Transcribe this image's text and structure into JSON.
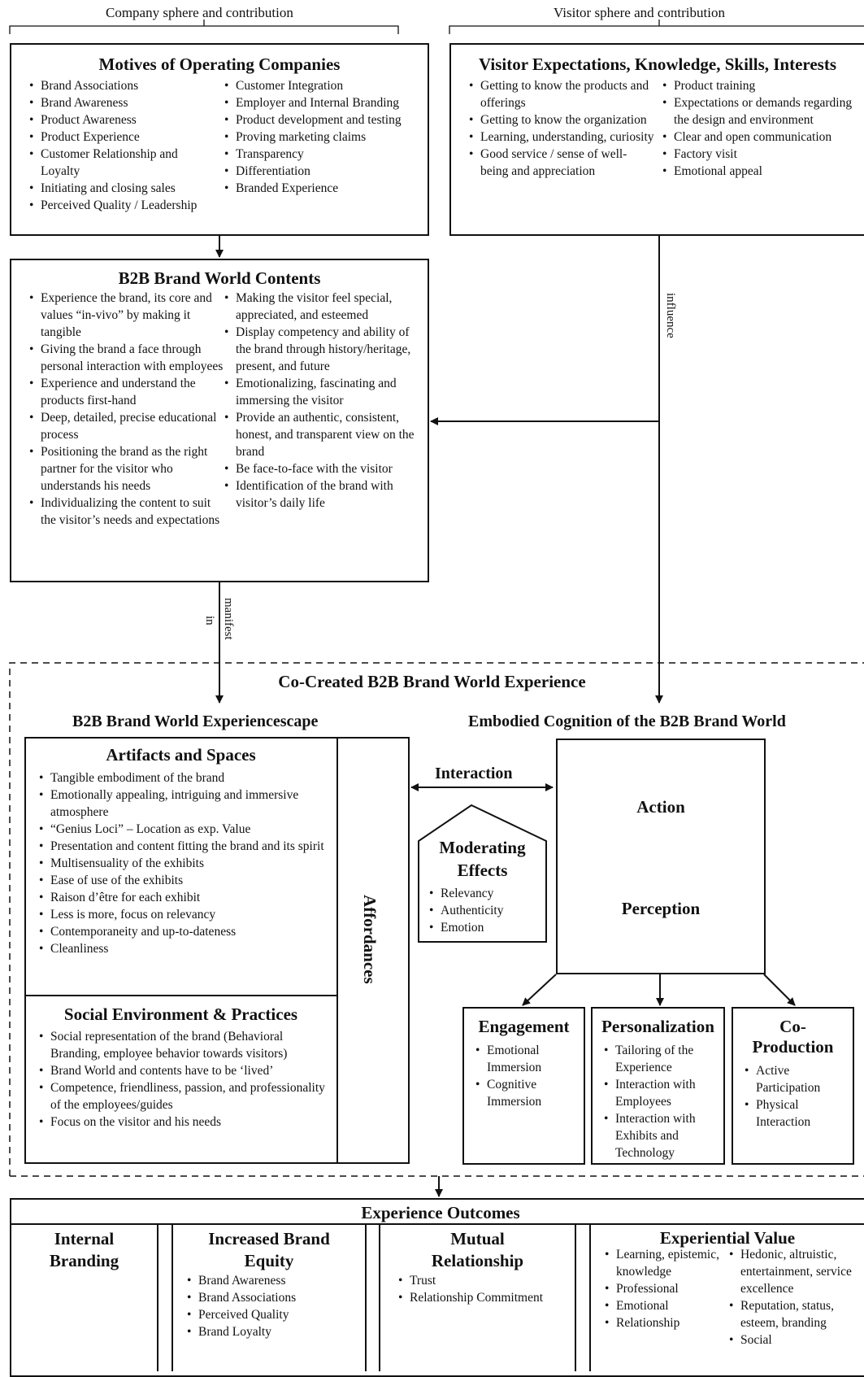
{
  "header": {
    "company_sphere": "Company sphere and contribution",
    "visitor_sphere": "Visitor sphere and contribution"
  },
  "motives": {
    "title": "Motives of Operating Companies",
    "left": [
      "Brand Associations",
      "Brand Awareness",
      "Product Awareness",
      "Product Experience",
      "Customer Relationship and Loyalty",
      "Initiating and closing sales",
      "Perceived Quality / Leadership"
    ],
    "right": [
      "Customer Integration",
      "Employer and Internal Branding",
      "Product development and testing",
      "Proving marketing claims",
      "Transparency",
      "Differentiation",
      "Branded Experience"
    ]
  },
  "visitor": {
    "title": "Visitor Expectations, Knowledge, Skills, Interests",
    "left": [
      "Getting to know the products and offerings",
      "Getting to know the organization",
      "Learning, understanding, curiosity",
      "Good service / sense of well-being and appreciation"
    ],
    "right": [
      "Product training",
      "Expectations or demands regarding the design and environment",
      "Clear and open communication",
      "Factory visit",
      "Emotional appeal"
    ]
  },
  "contents": {
    "title": "B2B Brand World Contents",
    "left": [
      "Experience the brand, its core and values “in-vivo” by making it tangible",
      "Giving the brand a face through personal interaction with employees",
      "Experience and understand the products first-hand",
      "Deep, detailed, precise educational process",
      "Positioning the brand as the right partner for the visitor who understands his needs",
      "Individualizing the content to suit the visitor’s needs and expectations"
    ],
    "right": [
      "Making the visitor feel special, appreciated, and esteemed",
      "Display competency and ability of the brand through history/heritage, present, and future",
      "Emotionalizing, fascinating and immersing the visitor",
      "Provide an authentic, consistent, honest, and transparent view on the brand",
      "Be face-to-face with the visitor",
      "Identification of the brand with visitor’s daily life"
    ]
  },
  "connectors": {
    "influence": "influence",
    "manifest": "manifest",
    "in": "in",
    "interaction": "Interaction"
  },
  "cocreated": {
    "title": "Co-Created B2B Brand World Experience",
    "experiencescape_title": "B2B Brand World Experiencescape",
    "embodied_title": "Embodied Cognition of the B2B Brand World"
  },
  "artifacts": {
    "title": "Artifacts and Spaces",
    "items": [
      "Tangible embodiment of the brand",
      "Emotionally appealing, intriguing and immersive atmosphere",
      "“Genius Loci” – Location as exp. Value",
      "Presentation and content fitting the brand and its spirit",
      "Multisensuality of the exhibits",
      "Ease of use of the exhibits",
      "Raison d’être for each exhibit",
      "Less is more, focus on relevancy",
      "Contemporaneity and up-to-dateness",
      "Cleanliness"
    ]
  },
  "social": {
    "title": "Social Environment & Practices",
    "items": [
      "Social representation of the brand (Behavioral Branding, employee behavior towards visitors)",
      "Brand World and contents have to be ‘lived’",
      "Competence, friendliness, passion, and professionality of the employees/guides",
      "Focus on the visitor and his needs"
    ]
  },
  "affordances": "Affordances",
  "moderating": {
    "title1": "Moderating",
    "title2": "Effects",
    "items": [
      "Relevancy",
      "Authenticity",
      "Emotion"
    ]
  },
  "cycle": {
    "action": "Action",
    "perception": "Perception"
  },
  "engagement": {
    "title": "Engagement",
    "items": [
      "Emotional Immersion",
      "Cognitive Immersion"
    ]
  },
  "personalization": {
    "title": "Personalization",
    "items": [
      "Tailoring of the Experience",
      "Interaction with Employees",
      "Interaction with Exhibits and Technology"
    ]
  },
  "coproduction": {
    "title1": "Co-",
    "title2": "Production",
    "items": [
      "Active Participation",
      "Physical Interaction"
    ]
  },
  "outcomes": {
    "title": "Experience Outcomes",
    "internal_branding": [
      "Internal",
      "Branding"
    ],
    "equity": {
      "title": [
        "Increased Brand",
        "Equity"
      ],
      "items": [
        "Brand Awareness",
        "Brand Associations",
        "Perceived Quality",
        "Brand Loyalty"
      ]
    },
    "relationship": {
      "title": [
        "Mutual",
        "Relationship"
      ],
      "items": [
        "Trust",
        "Relationship Commitment"
      ]
    },
    "experiential": {
      "title": "Experiential Value",
      "left": [
        "Learning, epistemic, knowledge",
        "Professional",
        "Emotional",
        "Relationship"
      ],
      "right": [
        "Hedonic, altruistic, entertainment, service excellence",
        "Reputation, status, esteem, branding",
        "Social"
      ]
    }
  }
}
